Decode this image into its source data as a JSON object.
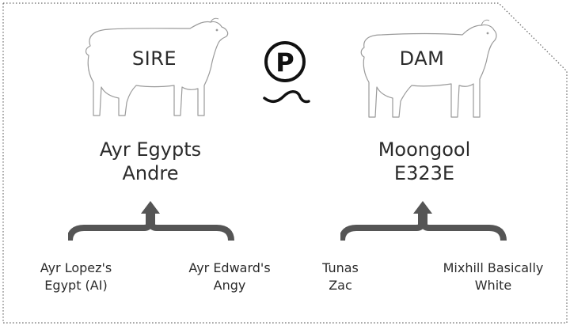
{
  "sire": {
    "label": "SIRE",
    "name_line1": "Ayr Egypts",
    "name_line2": "Andre",
    "parents": [
      {
        "line1": "Ayr Lopez's",
        "line2": "Egypt (AI)"
      },
      {
        "line1": "Ayr Edward's",
        "line2": "Angy"
      }
    ]
  },
  "dam": {
    "label": "DAM",
    "name_line1": "Moongool",
    "name_line2": "E323E",
    "parents": [
      {
        "line1": "Tunas",
        "line2": "Zac"
      },
      {
        "line1": "Mixhill Basically",
        "line2": "White"
      }
    ]
  },
  "polled_symbol": "P",
  "colors": {
    "brace": "#555555",
    "outline": "#9a9a9a",
    "text": "#2b2b2b"
  }
}
